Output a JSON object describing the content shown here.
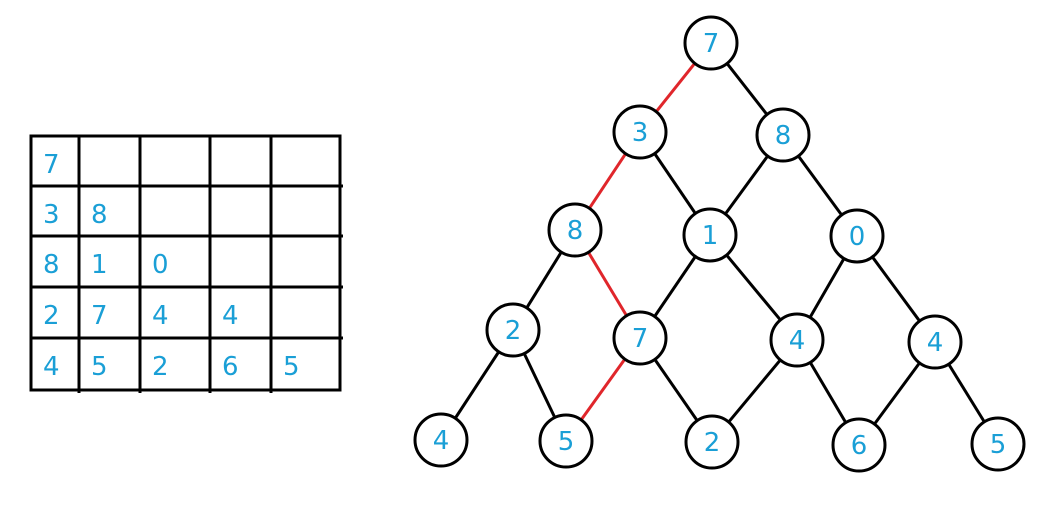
{
  "colors": {
    "line": "#000000",
    "text": "#1a9fd6",
    "path": "#e0262b",
    "background": "#ffffff"
  },
  "grid": {
    "rows": 5,
    "cols": 5,
    "cells": [
      [
        "7",
        "",
        "",
        "",
        ""
      ],
      [
        "3",
        "8",
        "",
        "",
        ""
      ],
      [
        "8",
        "1",
        "0",
        "",
        ""
      ],
      [
        "2",
        "7",
        "4",
        "4",
        ""
      ],
      [
        "4",
        "5",
        "2",
        "6",
        "5"
      ]
    ]
  },
  "tree": {
    "levels": [
      [
        "7"
      ],
      [
        "3",
        "8"
      ],
      [
        "8",
        "1",
        "0"
      ],
      [
        "2",
        "7",
        "4",
        "4"
      ],
      [
        "4",
        "5",
        "2",
        "6",
        "5"
      ]
    ],
    "highlighted_path": [
      [
        0,
        0
      ],
      [
        1,
        0
      ],
      [
        2,
        0
      ],
      [
        3,
        1
      ],
      [
        4,
        1
      ]
    ]
  }
}
